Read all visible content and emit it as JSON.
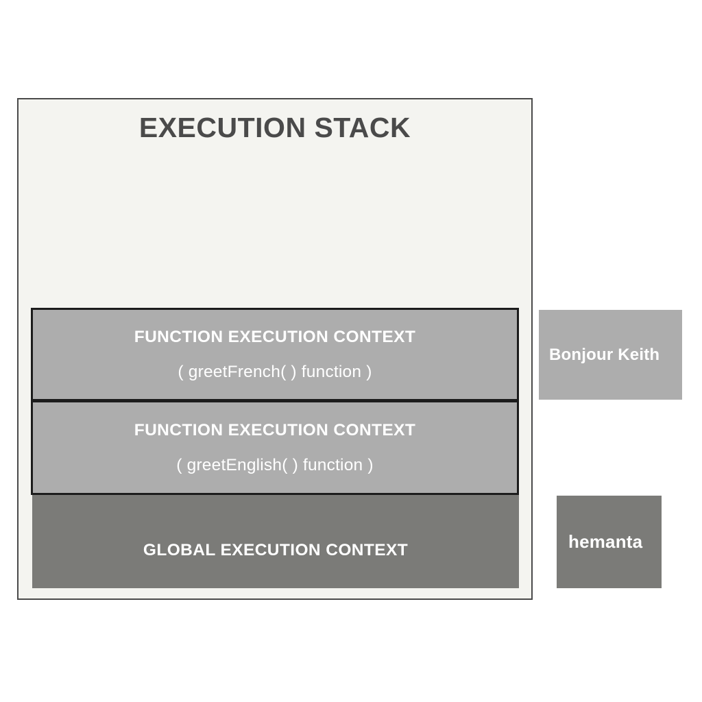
{
  "diagram": {
    "title": "EXECUTION STACK",
    "panel": {
      "background_color": "#f4f4f0",
      "border_color": "#4a4a4a",
      "title_color": "#4a4a4a"
    },
    "frames": [
      {
        "id": "function-execution-context-greetfrench",
        "title": "FUNCTION EXECUTION CONTEXT",
        "subtitle": "( greetFrench( ) function )",
        "background_color": "#adadad",
        "border_color": "#1c1c1c",
        "text_color": "#ffffff"
      },
      {
        "id": "function-execution-context-greetenglish",
        "title": "FUNCTION EXECUTION CONTEXT",
        "subtitle": "( greetEnglish( ) function )",
        "background_color": "#adadad",
        "border_color": "#1c1c1c",
        "text_color": "#ffffff"
      },
      {
        "id": "global-execution-context",
        "title": "GLOBAL EXECUTION CONTEXT",
        "subtitle": "",
        "background_color": "#7b7b78",
        "border_color": "none",
        "text_color": "#ffffff"
      }
    ],
    "callouts": [
      {
        "id": "bonjour-keith",
        "label": "Bonjour Keith",
        "background_color": "#adadad",
        "text_color": "#ffffff"
      },
      {
        "id": "hemanta",
        "label": "hemanta",
        "background_color": "#7b7b78",
        "text_color": "#ffffff"
      }
    ]
  }
}
